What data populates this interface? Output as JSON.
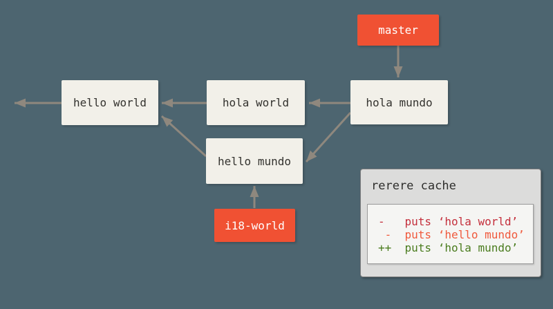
{
  "diagram": {
    "commits": [
      {
        "id": "hello-world",
        "label": "hello world"
      },
      {
        "id": "hola-world",
        "label": "hola world"
      },
      {
        "id": "hola-mundo",
        "label": "hola mundo"
      },
      {
        "id": "hello-mundo",
        "label": "hello mundo"
      }
    ],
    "branches": [
      {
        "id": "master",
        "label": "master"
      },
      {
        "id": "i18-world",
        "label": "i18-world"
      }
    ],
    "edges": [
      "master -> hola mundo",
      "hola mundo -> hola world",
      "hola world -> hello world",
      "hello world -> earlier history (off-screen left)",
      "hello mundo -> hello world",
      "hola mundo -> hello mundo",
      "i18-world -> hello mundo"
    ]
  },
  "rerere": {
    "title": "rerere cache",
    "lines": [
      {
        "text": "-   puts ‘hola world’",
        "color": "#c42f3c"
      },
      {
        "text": " -  puts ‘hello mundo’",
        "color": "#f0593c"
      },
      {
        "text": "++  puts ‘hola mundo’",
        "color": "#4a7c1e"
      }
    ]
  },
  "colors": {
    "background": "#4d6570",
    "branch_box": "#f05133",
    "commit_box": "#f2f0e9",
    "arrow": "#8f887e",
    "removed_red": "#c42f3c",
    "removed_orange": "#f0593c",
    "added_green": "#4a7c1e"
  }
}
